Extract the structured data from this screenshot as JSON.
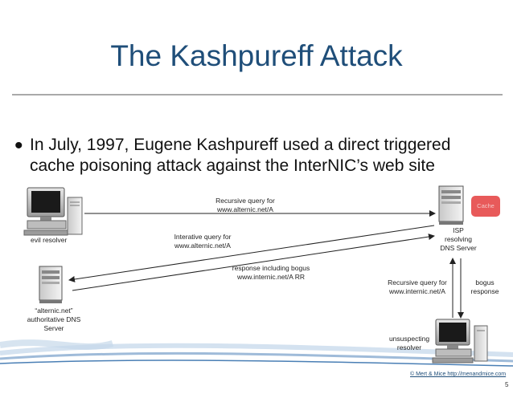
{
  "slide": {
    "title": "The Kashpureff Attack",
    "bullet_line1": "In July, 1997, Eugene Kashpureff used a direct triggered",
    "bullet_line2": "cache poisoning attack against the InterNIC’s web site",
    "footer_credit": "© Mert & Mice  http://menandmice.com",
    "page_number": "5"
  },
  "diagram": {
    "nodes": {
      "evil_resolver": "evil resolver",
      "isp_server": [
        "ISP",
        "resolving",
        "DNS Server"
      ],
      "cache": "Cache",
      "alternic_server": [
        "“alternic.net”",
        "authoritative DNS",
        "Server"
      ],
      "unsuspecting_resolver": [
        "unsuspecting",
        "resolver"
      ]
    },
    "messages": {
      "recursive_query_1": [
        "Recursive query for",
        "www.alternic.net/A"
      ],
      "iterative_query": [
        "Interative query for",
        "www.alternic.net/A"
      ],
      "response_bogus": [
        "response including bogus",
        "www.internic.net/A RR"
      ],
      "recursive_query_2": [
        "Recursive query for",
        "www.internic.net/A"
      ],
      "bogus_response": [
        "bogus",
        "response"
      ]
    },
    "colors": {
      "cache": "#e85a5a",
      "title": "#1f4e79",
      "arrow": "#222222",
      "wave": "#4a7fb5"
    }
  }
}
